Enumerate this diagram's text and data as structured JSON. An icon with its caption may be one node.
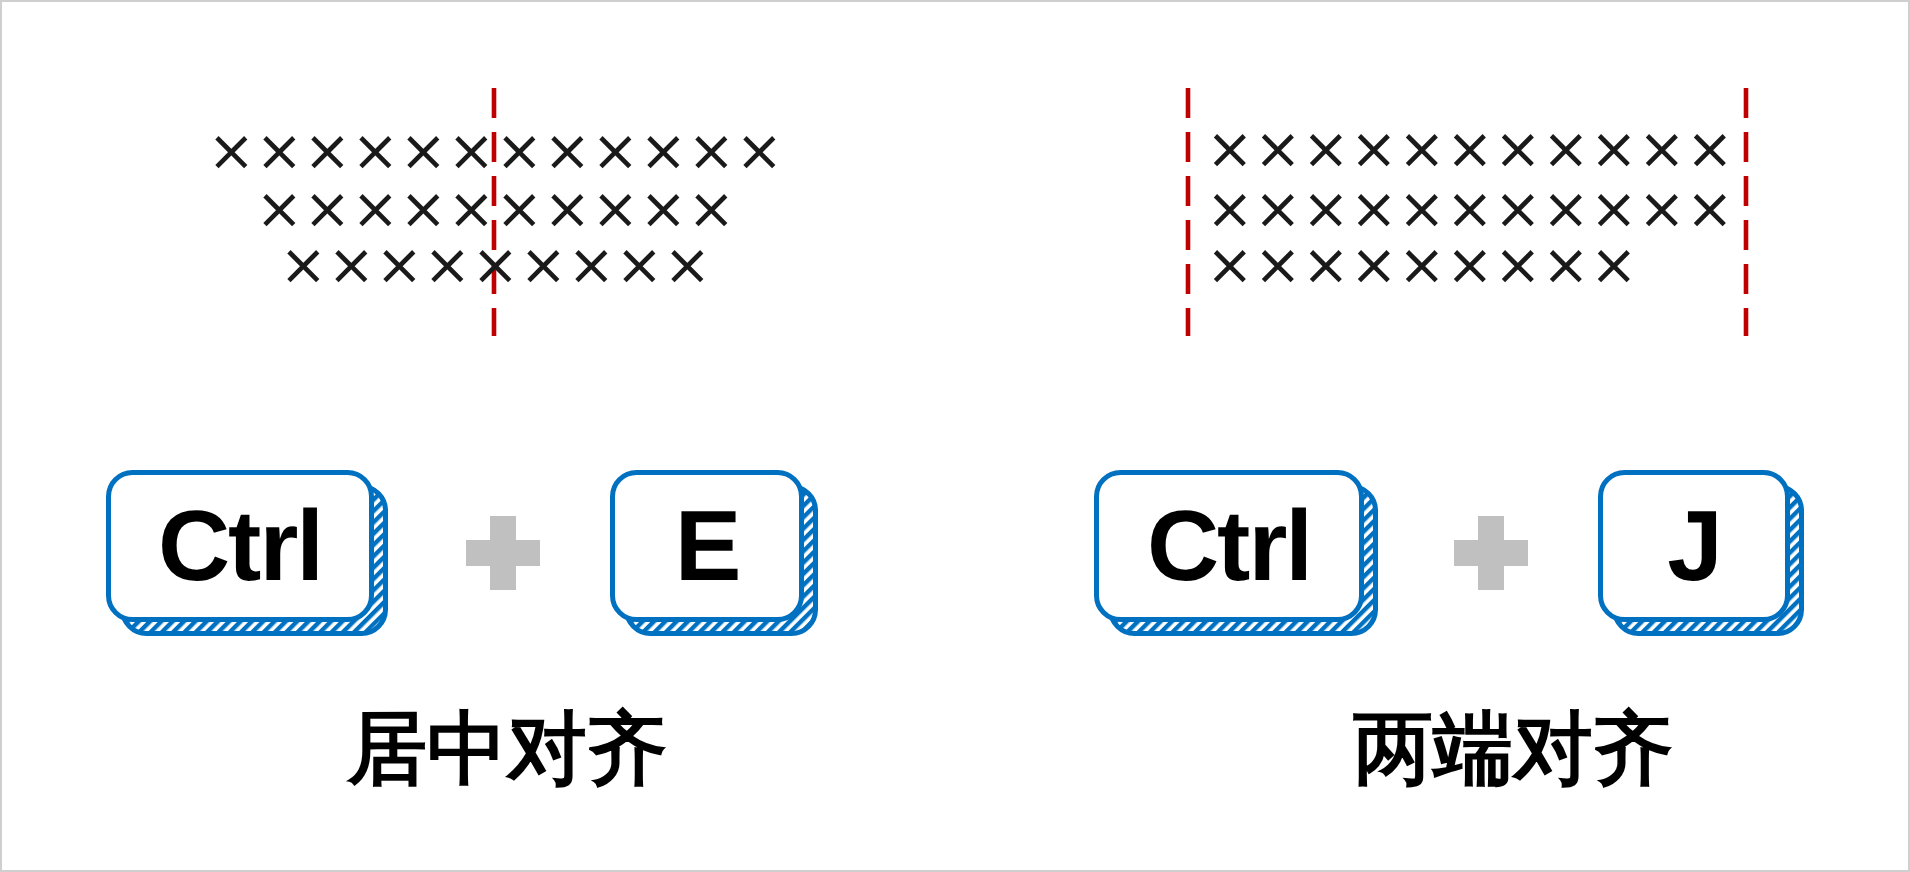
{
  "diagram": {
    "nodes": [
      {
        "text": [
          "Ctrl"
        ]
      },
      {
        "text": [
          "E"
        ]
      },
      {
        "text": [
          "Ctrl"
        ]
      },
      {
        "text": [
          "J"
        ]
      }
    ],
    "labels": [
      "××××××××××××",
      "××××××××××",
      "×××××××××",
      "×××××××××××",
      "×××××××××××",
      "×××××××××",
      "居中对齐",
      "两端对齐"
    ]
  }
}
